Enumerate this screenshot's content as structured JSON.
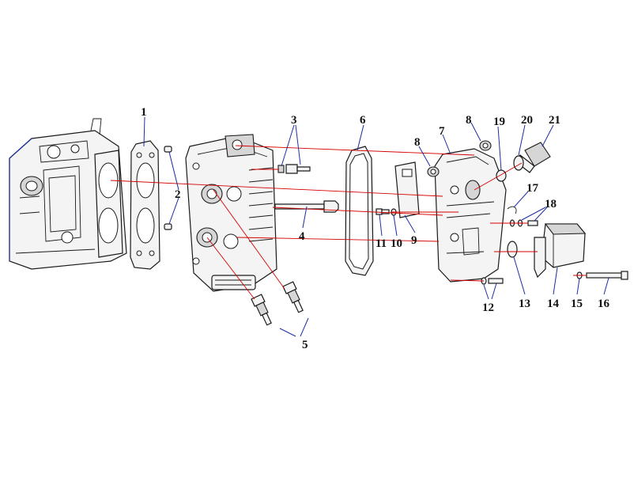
{
  "callouts": [
    {
      "id": "1",
      "label": "1"
    },
    {
      "id": "2",
      "label": "2"
    },
    {
      "id": "3",
      "label": "3"
    },
    {
      "id": "4",
      "label": "4"
    },
    {
      "id": "5",
      "label": "5"
    },
    {
      "id": "6",
      "label": "6"
    },
    {
      "id": "7",
      "label": "7"
    },
    {
      "id": "8a",
      "label": "8"
    },
    {
      "id": "8b",
      "label": "8"
    },
    {
      "id": "9",
      "label": "9"
    },
    {
      "id": "10",
      "label": "10"
    },
    {
      "id": "11",
      "label": "11"
    },
    {
      "id": "12",
      "label": "12"
    },
    {
      "id": "13",
      "label": "13"
    },
    {
      "id": "14",
      "label": "14"
    },
    {
      "id": "15",
      "label": "15"
    },
    {
      "id": "16",
      "label": "16"
    },
    {
      "id": "17",
      "label": "17"
    },
    {
      "id": "18",
      "label": "18"
    },
    {
      "id": "19",
      "label": "19"
    },
    {
      "id": "20",
      "label": "20"
    },
    {
      "id": "21",
      "label": "21"
    }
  ],
  "colors": {
    "leader": "#1c2fa0",
    "assembly_line": "#d40000",
    "outline": "#1a1a1a"
  }
}
